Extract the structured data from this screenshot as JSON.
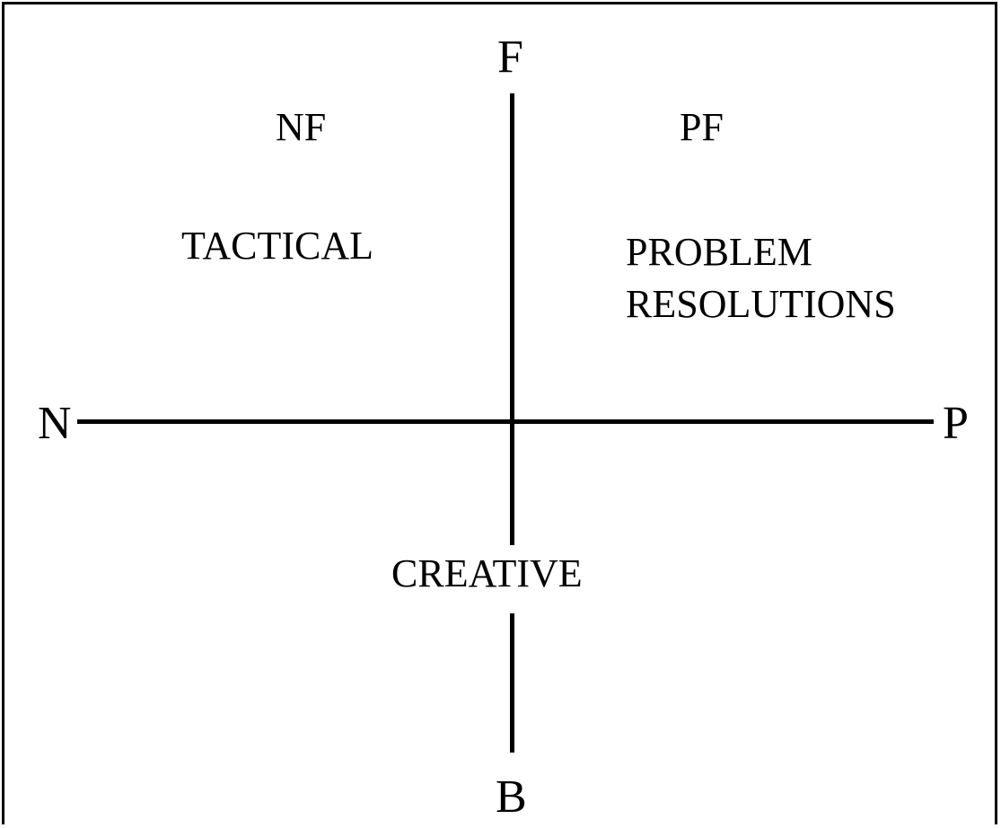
{
  "axes": {
    "top": "F",
    "bottom": "B",
    "left": "N",
    "right": "P"
  },
  "quadrants": {
    "top_left": {
      "code": "NF",
      "name": "TACTICAL"
    },
    "top_right": {
      "code": "PF",
      "name_line1": "PROBLEM",
      "name_line2": "RESOLUTIONS"
    },
    "bottom_center": {
      "name": "CREATIVE"
    }
  }
}
